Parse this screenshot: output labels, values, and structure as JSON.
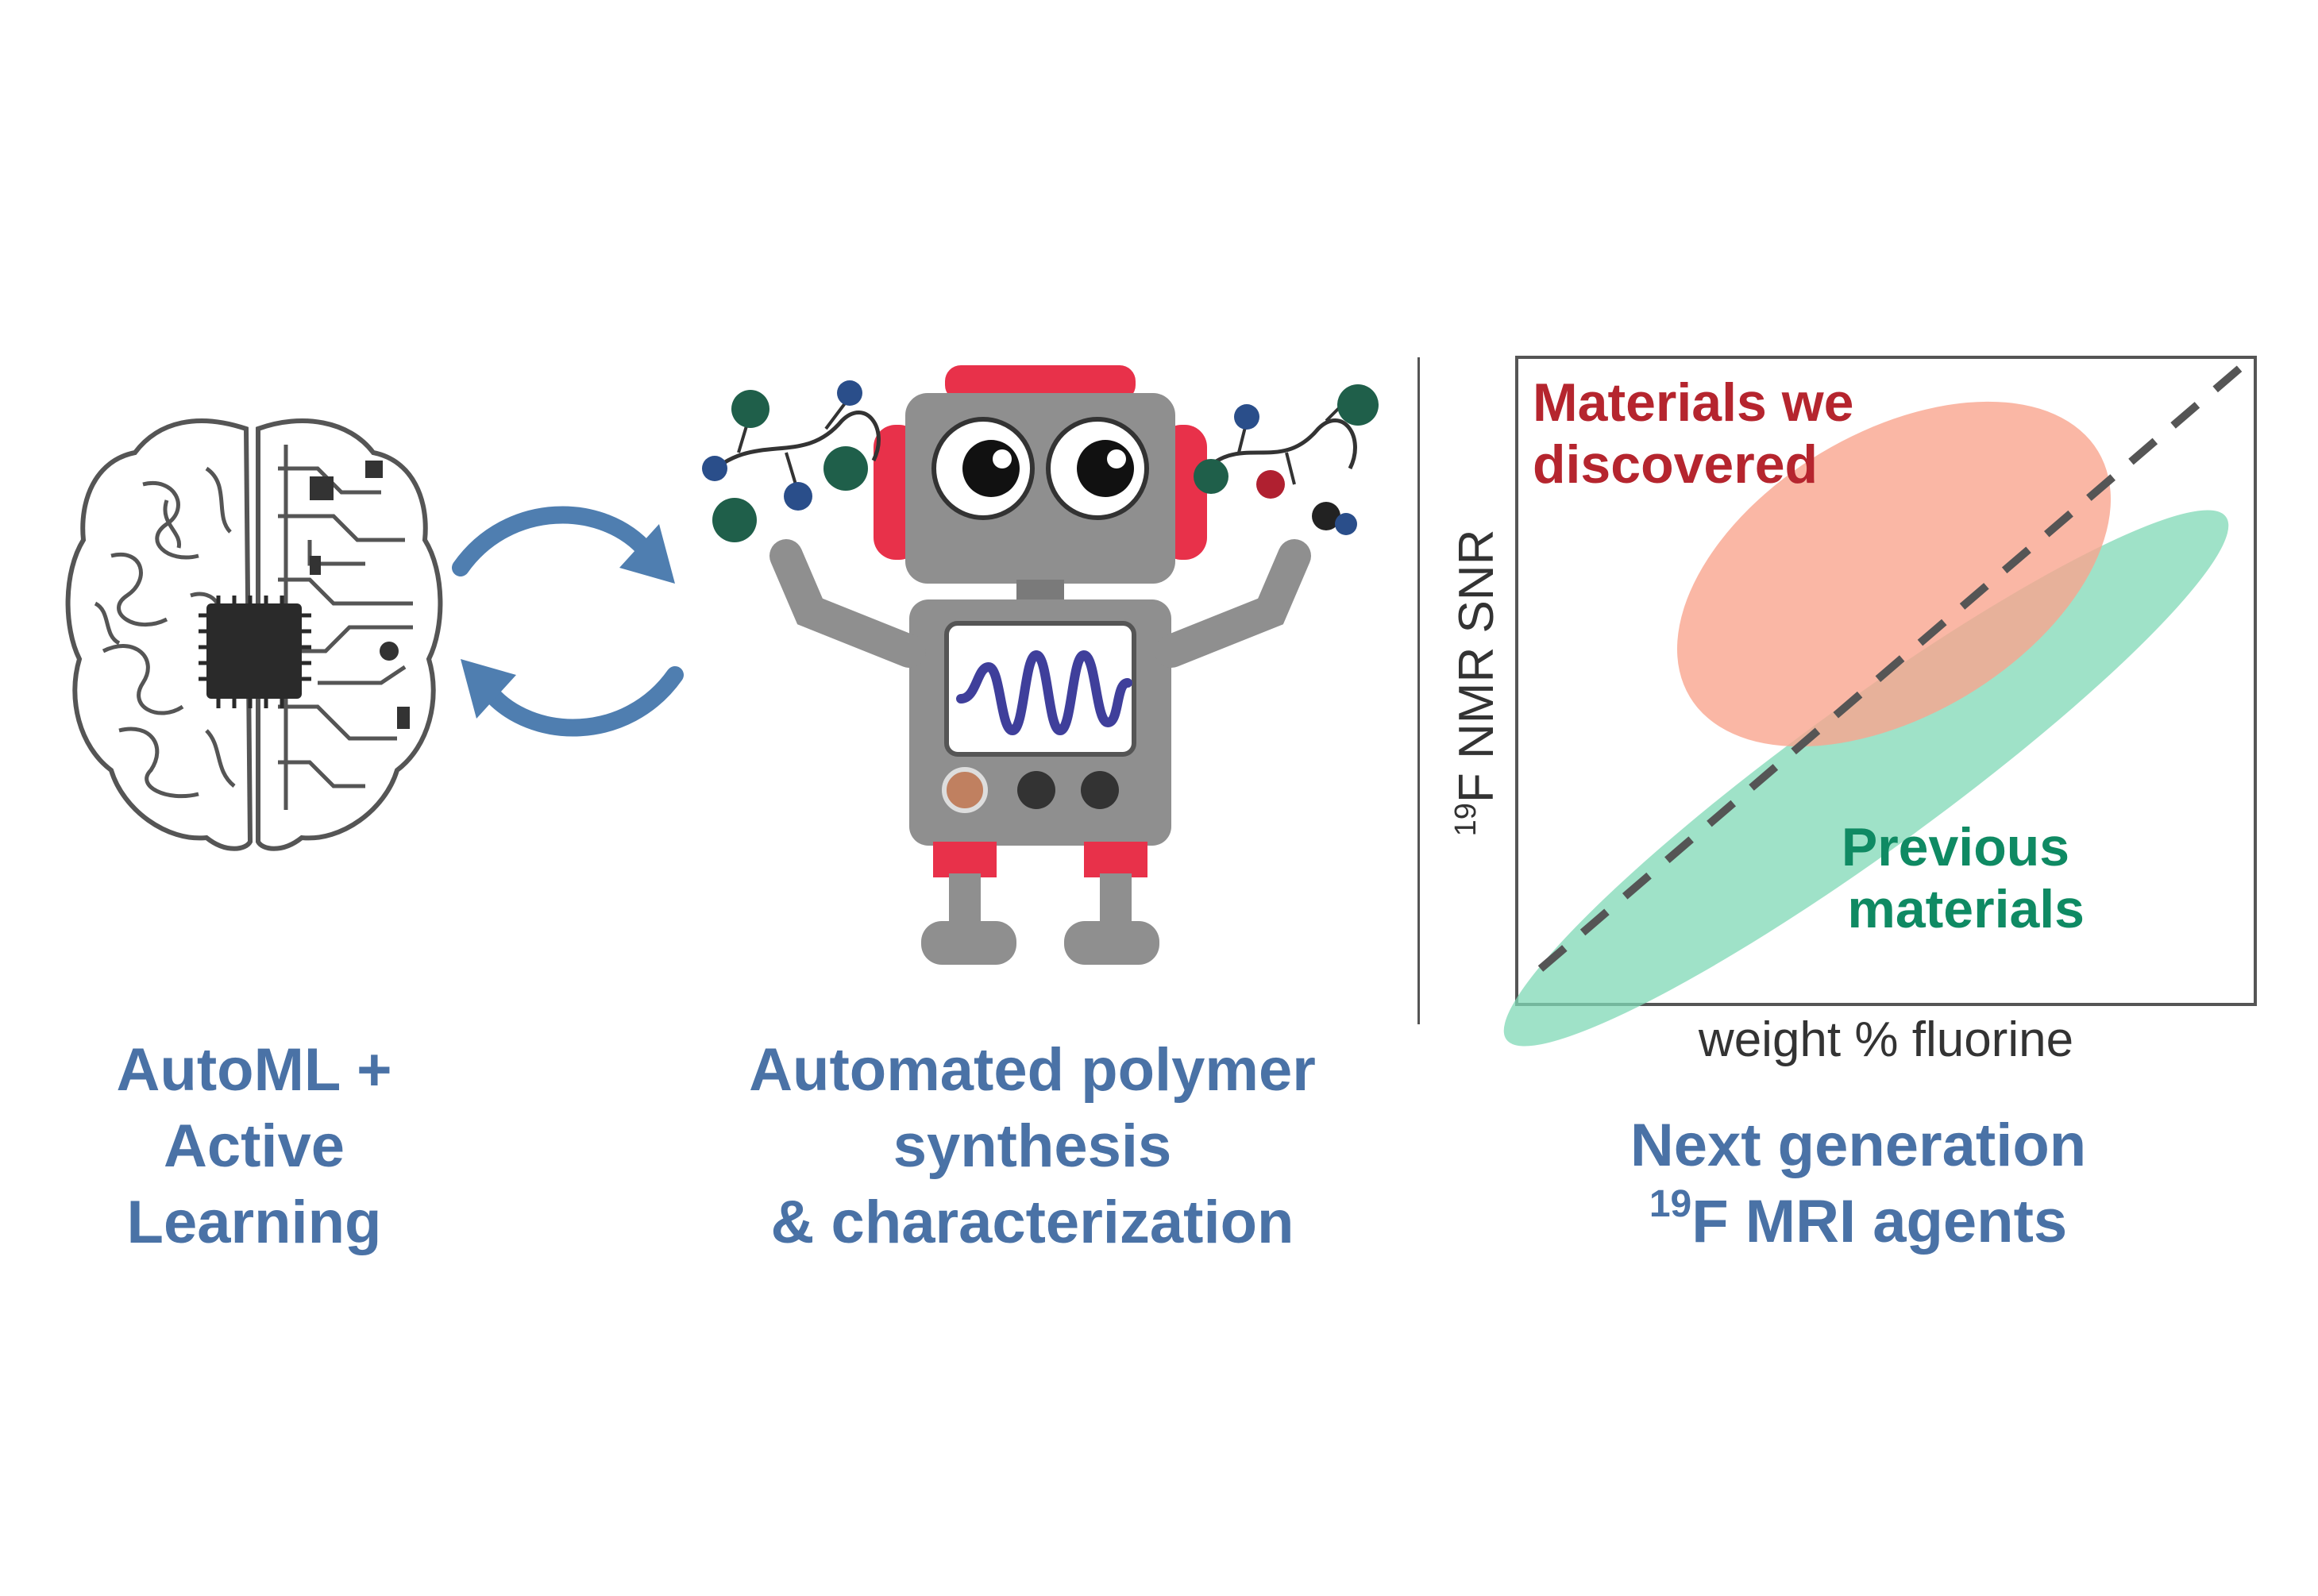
{
  "left": {
    "caption": [
      "AutoML +",
      "Active",
      "Learning"
    ]
  },
  "middle": {
    "caption": [
      "Automated polymer",
      "synthesis",
      "& characterization"
    ]
  },
  "right": {
    "caption_line1": "Next generation",
    "caption_line2_sup": "19",
    "caption_line2_rest": "F MRI agents",
    "chart": {
      "ylabel_sup": "19",
      "ylabel_rest": "F NMR SNR",
      "xlabel": "weight % fluorine",
      "discovered_label": [
        "Materials we",
        "discovered"
      ],
      "previous_label": [
        "Previous",
        "materials"
      ]
    }
  },
  "colors": {
    "caption_blue": "#4a72a6",
    "arrow_blue": "#4f7eb0",
    "robot_gray": "#8f8f8f",
    "robot_red": "#e8314a",
    "discovered_fill": "#f9a58e",
    "previous_fill": "#7fd8b5",
    "discovered_text": "#b5252e",
    "previous_text": "#0f8a63",
    "polymer_purple": "#3f3f9b"
  }
}
